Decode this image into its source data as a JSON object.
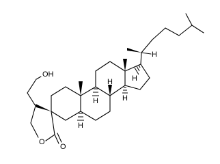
{
  "molecule": {
    "atom_labels": {
      "hydroxyl": "OH",
      "ring_oxygen": "O",
      "carbonyl_oxygen": "O",
      "h_side_chain": "H",
      "h_c17": "H",
      "h_c8": "H",
      "h_c9": "H",
      "h_c14": "H",
      "h_c5": "H"
    }
  }
}
